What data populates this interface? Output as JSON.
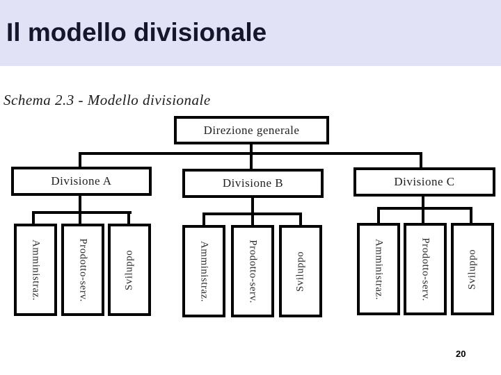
{
  "slide": {
    "title": "Il modello divisionale",
    "page_number": "20"
  },
  "figure": {
    "caption": "Schema 2.3 - Modello divisionale"
  },
  "org_chart": {
    "root": {
      "label": "Direzione generale"
    },
    "divisions": [
      {
        "label": "Divisione A",
        "children": [
          "Amministraz.",
          "Prodotto-serv.",
          "Sviluppo"
        ]
      },
      {
        "label": "Divisione B",
        "children": [
          "Amministraz.",
          "Prodotto-serv.",
          "Sviluppo"
        ]
      },
      {
        "label": "Divisione C",
        "children": [
          "Amministraz.",
          "Prodotto-serv.",
          "Sviluppo"
        ]
      }
    ]
  },
  "colors": {
    "title_band": "#e2e2f6",
    "title_text": "#15152e",
    "diagram_ink": "#000000",
    "background": "#ffffff"
  }
}
